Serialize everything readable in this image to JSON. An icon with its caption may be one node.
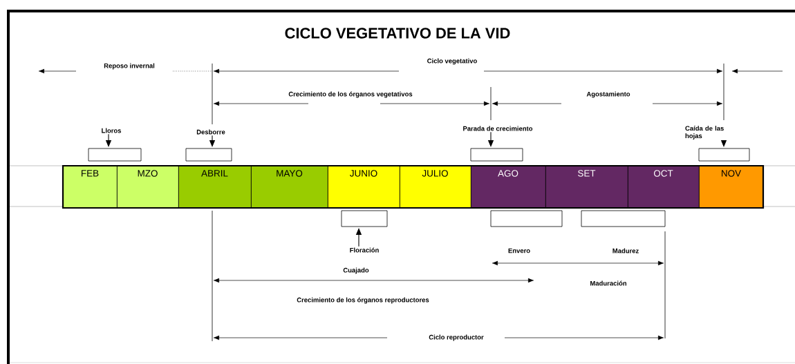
{
  "diagram": {
    "title": "CICLO VEGETATIVO DE LA VID",
    "nodes": [
      {
        "text": [
          "Lloros"
        ]
      },
      {
        "text": [
          "Desborre"
        ]
      },
      {
        "text": [
          "Parada de crecimiento"
        ]
      },
      {
        "text": [
          "Caída de las hojas"
        ]
      },
      {
        "text": [],
        "shape": "box"
      },
      {
        "text": [],
        "shape": "box"
      },
      {
        "text": [],
        "shape": "box"
      },
      {
        "text": [],
        "shape": "box"
      },
      {
        "text": [
          "FEB"
        ]
      },
      {
        "text": [
          "MZO"
        ]
      },
      {
        "text": [
          "ABRIL"
        ]
      },
      {
        "text": [
          "MAYO"
        ]
      },
      {
        "text": [
          "JUNIO"
        ]
      },
      {
        "text": [
          "JULIO"
        ]
      },
      {
        "text": [
          "AGO"
        ]
      },
      {
        "text": [
          "SET"
        ]
      },
      {
        "text": [
          "OCT"
        ]
      },
      {
        "text": [
          "NOV"
        ]
      },
      {
        "text": [],
        "shape": "box"
      },
      {
        "text": [],
        "shape": "box"
      },
      {
        "text": [],
        "shape": "box"
      },
      {
        "text": [
          "Floración"
        ]
      }
    ],
    "edges": [
      {
        "from": 0,
        "to": 4,
        "arrow": "to"
      },
      {
        "from": 1,
        "to": 5,
        "arrow": "to"
      },
      {
        "from": 2,
        "to": 6,
        "arrow": "to"
      },
      {
        "from": 3,
        "to": 7,
        "arrow": "to"
      },
      {
        "from": 21,
        "to": 18,
        "arrow": "to"
      }
    ],
    "labels": [
      "Reposo invernal",
      "Ciclo vegetativo",
      "Crecimiento de los órganos vegetativos",
      "Agostamiento",
      "Envero",
      "Madurez",
      "Cuajado",
      "Maduración",
      "Crecimiento de los órganos reproductores",
      "Ciclo reproductor"
    ]
  }
}
